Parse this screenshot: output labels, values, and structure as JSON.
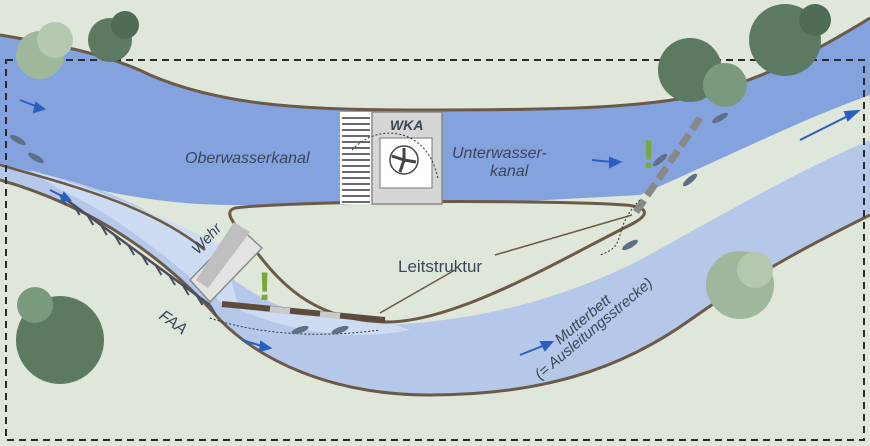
{
  "labels": {
    "oberwasserkanal": "Oberwasserkanal",
    "wka": "WKA",
    "unterwasser_line1": "Unterwasser-",
    "unterwasser_line2": "kanal",
    "wehr": "Wehr",
    "leitstruktur": "Leitstruktur",
    "faa": "FAA",
    "mutterbett_line1": "Mutterbett",
    "mutterbett_line2": "(= Ausleitungsstrecke)"
  },
  "warning_marks": {
    "left": "!",
    "right": "!"
  },
  "colors": {
    "background": "#dfe6da",
    "canal_water": "#84a3de",
    "bypass_water": "#b5c8ea",
    "pool_water": "#cddcf3",
    "bank_line": "#6b5a48",
    "label_text": "#3a4658",
    "flow_arrow": "#2a5fbf",
    "warning_mark": "#7aa63a",
    "tree_dark": "#5c7a62",
    "tree_light": "#9fb79b"
  }
}
